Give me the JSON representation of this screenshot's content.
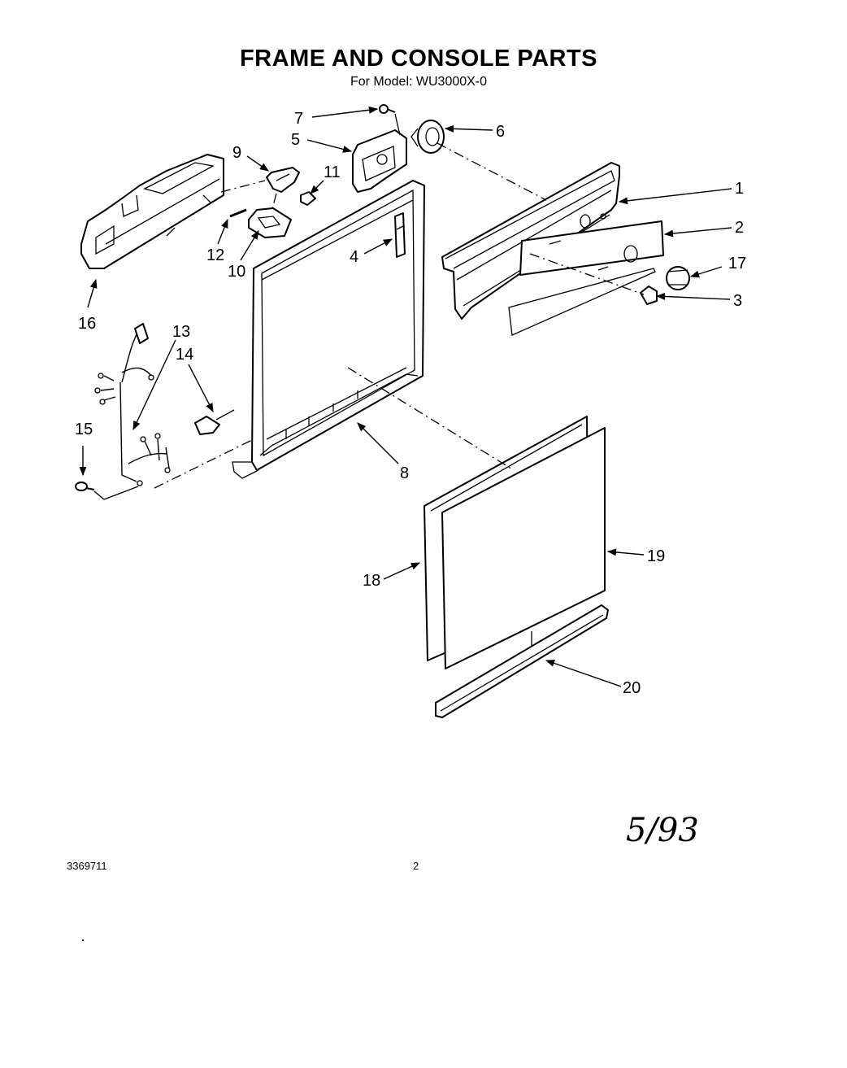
{
  "header": {
    "title": "FRAME AND CONSOLE PARTS",
    "subtitle": "For Model: WU3000X-0"
  },
  "callouts": [
    "1",
    "2",
    "3",
    "4",
    "5",
    "6",
    "7",
    "8",
    "9",
    "10",
    "11",
    "12",
    "13",
    "14",
    "15",
    "16",
    "17",
    "18",
    "19",
    "20"
  ],
  "handwritten_note": "5/93",
  "footer": {
    "document_number": "3369711",
    "page_number": "2"
  }
}
